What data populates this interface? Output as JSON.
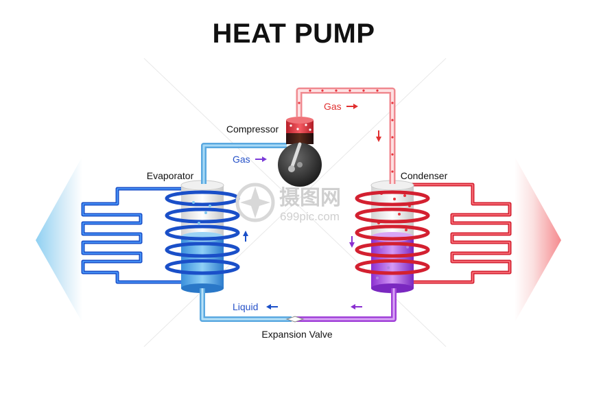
{
  "title": "HEAT PUMP",
  "labels": {
    "compressor": "Compressor",
    "evaporator": "Evaporator",
    "condenser": "Condenser",
    "expansion_valve": "Expansion Valve"
  },
  "flow_labels": {
    "gas_top": "Gas",
    "gas_left": "Gas",
    "liquid": "Liquid"
  },
  "watermark": {
    "cn_text": "摄图网",
    "url": "699pic.com"
  },
  "colors": {
    "hot_red": "#e8343c",
    "cold_blue": "#1f6fd6",
    "light_blue": "#7fc6ef",
    "liquid_purple": "#a040d8",
    "label_blue": "#2450c8",
    "label_red": "#e03030"
  }
}
